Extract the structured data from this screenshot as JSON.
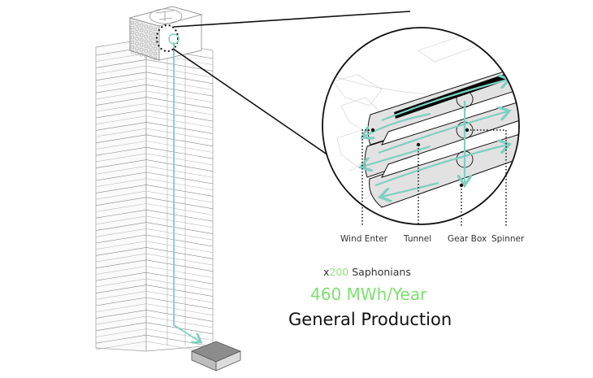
{
  "diagram": {
    "title": "Saphonian wind turbine tower diagram",
    "callouts": [
      {
        "label": "Wind Enter"
      },
      {
        "label": "Tunnel"
      },
      {
        "label": "Gear Box"
      },
      {
        "label": "Spinner"
      }
    ],
    "stats": {
      "count_prefix": "x",
      "count_value": "200",
      "count_unit": "Saphonians",
      "production_value": "460 MWh/Year",
      "production_label": "General Production"
    },
    "colors": {
      "flow": "#7fcfc0",
      "accent_green": "#7fe070",
      "outline": "#111111",
      "fill_gray": "#e2e2e2",
      "box_top": "#8c8c8c"
    }
  }
}
